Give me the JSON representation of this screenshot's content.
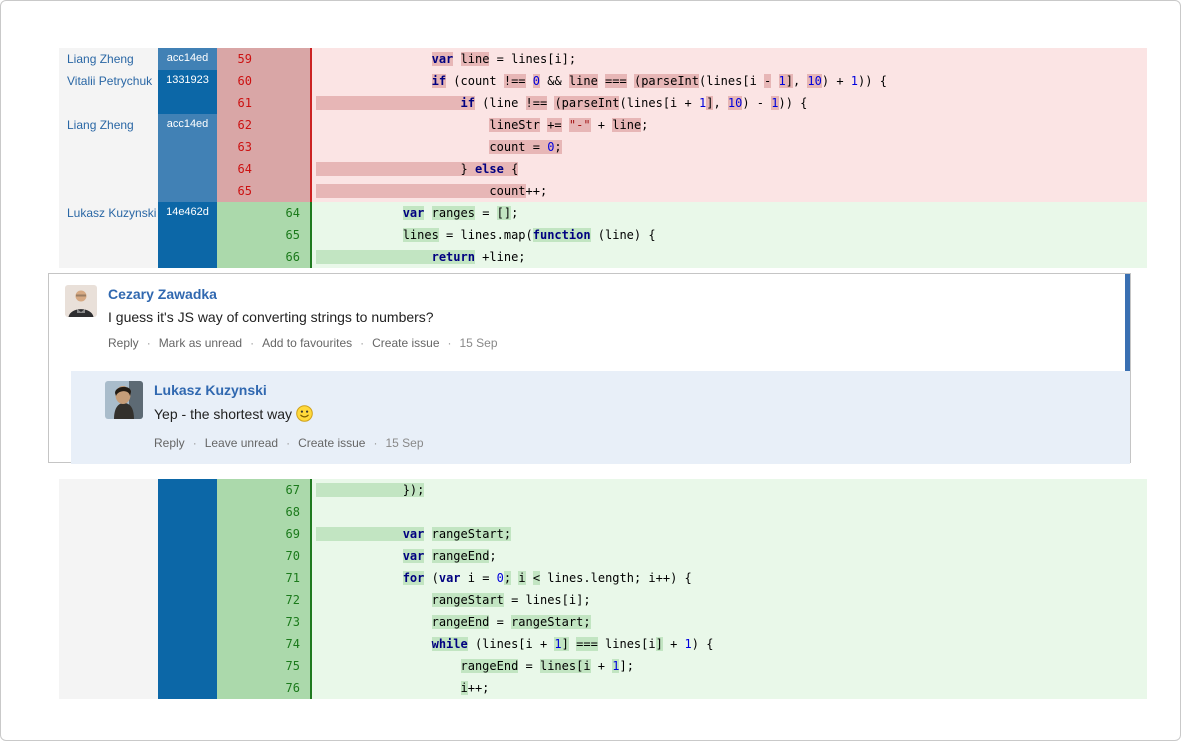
{
  "colors": {
    "blame_rev_light": "#4181b5",
    "blame_rev_dark": "#0c67a7",
    "del_gutter": "#d9a6a6",
    "del_code_bg": "#fbe4e4",
    "del_highlight": "#e7b6b6",
    "del_number": "#cc1111",
    "del_border": "#cc2222",
    "add_gutter": "#abd9ab",
    "add_code_bg": "#e9f8e9",
    "add_highlight": "#c2e5c2",
    "add_number": "#1b7a1b",
    "add_border": "#1f7a1f",
    "author_link": "#2a67a5",
    "comment_name": "#3068b0",
    "unread_bar": "#3a70b2",
    "reply_bg": "#e8eff8"
  },
  "diff": {
    "sections": [
      {
        "blocks": [
          {
            "author": "Liang Zheng",
            "rev": "acc14ed",
            "shade": "light",
            "rows": 1
          },
          {
            "author": "Vitalii Petrychuk",
            "rev": "1331923",
            "shade": "dark",
            "rows": 2
          },
          {
            "author": "Liang Zheng",
            "rev": "acc14ed",
            "shade": "light",
            "rows": 4
          },
          {
            "author": "Lukasz Kuzynski",
            "rev": "14e462d",
            "shade": "dark",
            "rows": 3
          }
        ],
        "rows": [
          {
            "kind": "del",
            "old": "59",
            "new": "",
            "segs": [
              [
                "                ",
                "p"
              ],
              [
                "var",
                "k h"
              ],
              [
                " ",
                "p"
              ],
              [
                "line",
                "h"
              ],
              [
                " = lines[i];",
                "p"
              ]
            ]
          },
          {
            "kind": "del",
            "old": "60",
            "new": "",
            "segs": [
              [
                "                ",
                "p"
              ],
              [
                "if",
                "k h"
              ],
              [
                " (count ",
                "p"
              ],
              [
                "!==",
                "h"
              ],
              [
                " ",
                "p"
              ],
              [
                "0",
                "n h"
              ],
              [
                " && ",
                "p"
              ],
              [
                "line",
                "h"
              ],
              [
                " ",
                "p"
              ],
              [
                "===",
                "h"
              ],
              [
                " ",
                "p"
              ],
              [
                "(parseInt",
                "h"
              ],
              [
                "(lines[i ",
                "p"
              ],
              [
                "-",
                "h"
              ],
              [
                " ",
                "p"
              ],
              [
                "1",
                "n h"
              ],
              [
                "]",
                "h"
              ],
              [
                ", ",
                "p"
              ],
              [
                "10",
                "n h"
              ],
              [
                ") + ",
                "p"
              ],
              [
                "1",
                "n"
              ],
              [
                ")) {",
                "p"
              ]
            ]
          },
          {
            "kind": "del",
            "old": "61",
            "new": "",
            "segs": [
              [
                "                    ",
                "h"
              ],
              [
                "if",
                "k h"
              ],
              [
                " (line ",
                "p"
              ],
              [
                "!==",
                "h"
              ],
              [
                " ",
                "p"
              ],
              [
                "(parseInt",
                "h"
              ],
              [
                "(lines[i + ",
                "p"
              ],
              [
                "1",
                "n"
              ],
              [
                "]",
                "h"
              ],
              [
                ", ",
                "p"
              ],
              [
                "10",
                "n h"
              ],
              [
                ") ",
                "p"
              ],
              [
                "-",
                "p"
              ],
              [
                " ",
                "p"
              ],
              [
                "1",
                "n h"
              ],
              [
                ")) {",
                "p"
              ]
            ]
          },
          {
            "kind": "del",
            "old": "62",
            "new": "",
            "segs": [
              [
                "                        ",
                "p"
              ],
              [
                "lineStr",
                "h"
              ],
              [
                " ",
                "p"
              ],
              [
                "+=",
                "h"
              ],
              [
                " ",
                "p"
              ],
              [
                "\"-\"",
                "s h"
              ],
              [
                " + ",
                "p"
              ],
              [
                "line",
                "h"
              ],
              [
                ";",
                "p"
              ]
            ]
          },
          {
            "kind": "del",
            "old": "63",
            "new": "",
            "segs": [
              [
                "                        ",
                "p"
              ],
              [
                "count = ",
                "h"
              ],
              [
                "0",
                "n h"
              ],
              [
                ";",
                "h"
              ]
            ]
          },
          {
            "kind": "del",
            "old": "64",
            "new": "",
            "segs": [
              [
                "                    ",
                "h"
              ],
              [
                "} ",
                "h"
              ],
              [
                "else",
                "k h"
              ],
              [
                " {",
                "h"
              ]
            ]
          },
          {
            "kind": "del",
            "old": "65",
            "new": "",
            "segs": [
              [
                "                        ",
                "h"
              ],
              [
                "count",
                "h"
              ],
              [
                "++;",
                "p"
              ]
            ]
          },
          {
            "kind": "add",
            "old": "",
            "new": "64",
            "segs": [
              [
                "            ",
                "p"
              ],
              [
                "var",
                "k h"
              ],
              [
                " ",
                "p"
              ],
              [
                "ranges",
                "h"
              ],
              [
                " = ",
                "p"
              ],
              [
                "[]",
                "h"
              ],
              [
                ";",
                "p"
              ]
            ]
          },
          {
            "kind": "add",
            "old": "",
            "new": "65",
            "segs": [
              [
                "            ",
                "p"
              ],
              [
                "lines",
                "h"
              ],
              [
                " = lines.map(",
                "p"
              ],
              [
                "function",
                "k h"
              ],
              [
                " (line) {",
                "p"
              ]
            ]
          },
          {
            "kind": "add",
            "old": "",
            "new": "66",
            "segs": [
              [
                "                ",
                "h"
              ],
              [
                "return",
                "k h"
              ],
              [
                " +line;",
                "p"
              ]
            ]
          }
        ]
      },
      {
        "blocks": [
          {
            "author": "",
            "rev": "",
            "shade": "dark",
            "rows": 10
          }
        ],
        "rows": [
          {
            "kind": "add",
            "old": "",
            "new": "67",
            "segs": [
              [
                "            ",
                "h"
              ],
              [
                "});",
                "h"
              ]
            ]
          },
          {
            "kind": "add",
            "old": "",
            "new": "68",
            "segs": []
          },
          {
            "kind": "add",
            "old": "",
            "new": "69",
            "segs": [
              [
                "            ",
                "h"
              ],
              [
                "var",
                "k h"
              ],
              [
                " ",
                "p"
              ],
              [
                "rangeStart;",
                "h"
              ]
            ]
          },
          {
            "kind": "add",
            "old": "",
            "new": "70",
            "segs": [
              [
                "            ",
                "p"
              ],
              [
                "var",
                "k h"
              ],
              [
                " ",
                "p"
              ],
              [
                "rangeEnd",
                "h"
              ],
              [
                ";",
                "p"
              ]
            ]
          },
          {
            "kind": "add",
            "old": "",
            "new": "71",
            "segs": [
              [
                "            ",
                "p"
              ],
              [
                "for",
                "k h"
              ],
              [
                " (",
                "p"
              ],
              [
                "var",
                "k"
              ],
              [
                " i = ",
                "p"
              ],
              [
                "0",
                "n"
              ],
              [
                ";",
                "h"
              ],
              [
                " ",
                "p"
              ],
              [
                "i",
                "h"
              ],
              [
                " ",
                "p"
              ],
              [
                "<",
                "h"
              ],
              [
                " lines.length; i++) {",
                "p"
              ]
            ]
          },
          {
            "kind": "add",
            "old": "",
            "new": "72",
            "segs": [
              [
                "                ",
                "p"
              ],
              [
                "rangeStart",
                "h"
              ],
              [
                " = lines[i];",
                "p"
              ]
            ]
          },
          {
            "kind": "add",
            "old": "",
            "new": "73",
            "segs": [
              [
                "                ",
                "p"
              ],
              [
                "rangeEnd",
                "h"
              ],
              [
                " = ",
                "p"
              ],
              [
                "rangeStart;",
                "h"
              ]
            ]
          },
          {
            "kind": "add",
            "old": "",
            "new": "74",
            "segs": [
              [
                "                ",
                "p"
              ],
              [
                "while",
                "k h"
              ],
              [
                " (lines[i + ",
                "p"
              ],
              [
                "1",
                "n h"
              ],
              [
                "]",
                "h"
              ],
              [
                " ",
                "p"
              ],
              [
                "===",
                "h"
              ],
              [
                " lines[i",
                "p"
              ],
              [
                "]",
                "h"
              ],
              [
                " + ",
                "p"
              ],
              [
                "1",
                "n"
              ],
              [
                ") {",
                "p"
              ]
            ]
          },
          {
            "kind": "add",
            "old": "",
            "new": "75",
            "segs": [
              [
                "                    ",
                "p"
              ],
              [
                "rangeEnd",
                "h"
              ],
              [
                " = ",
                "p"
              ],
              [
                "lines[i",
                "h"
              ],
              [
                " + ",
                "p"
              ],
              [
                "1",
                "n h"
              ],
              [
                "];",
                "p"
              ]
            ]
          },
          {
            "kind": "add",
            "old": "",
            "new": "76",
            "segs": [
              [
                "                    ",
                "p"
              ],
              [
                "i",
                "h"
              ],
              [
                "++;",
                "p"
              ]
            ]
          }
        ]
      }
    ]
  },
  "comments": {
    "main": {
      "author": "Cezary Zawadka",
      "body": "I guess it's JS way of converting strings to numbers?",
      "actions": [
        "Reply",
        "Mark as unread",
        "Add to favourites",
        "Create issue"
      ],
      "date": "15 Sep"
    },
    "reply": {
      "author": "Lukasz Kuzynski",
      "body": "Yep - the shortest way",
      "emoji": "smiley-icon",
      "actions": [
        "Reply",
        "Leave unread",
        "Create issue"
      ],
      "date": "15 Sep"
    }
  }
}
